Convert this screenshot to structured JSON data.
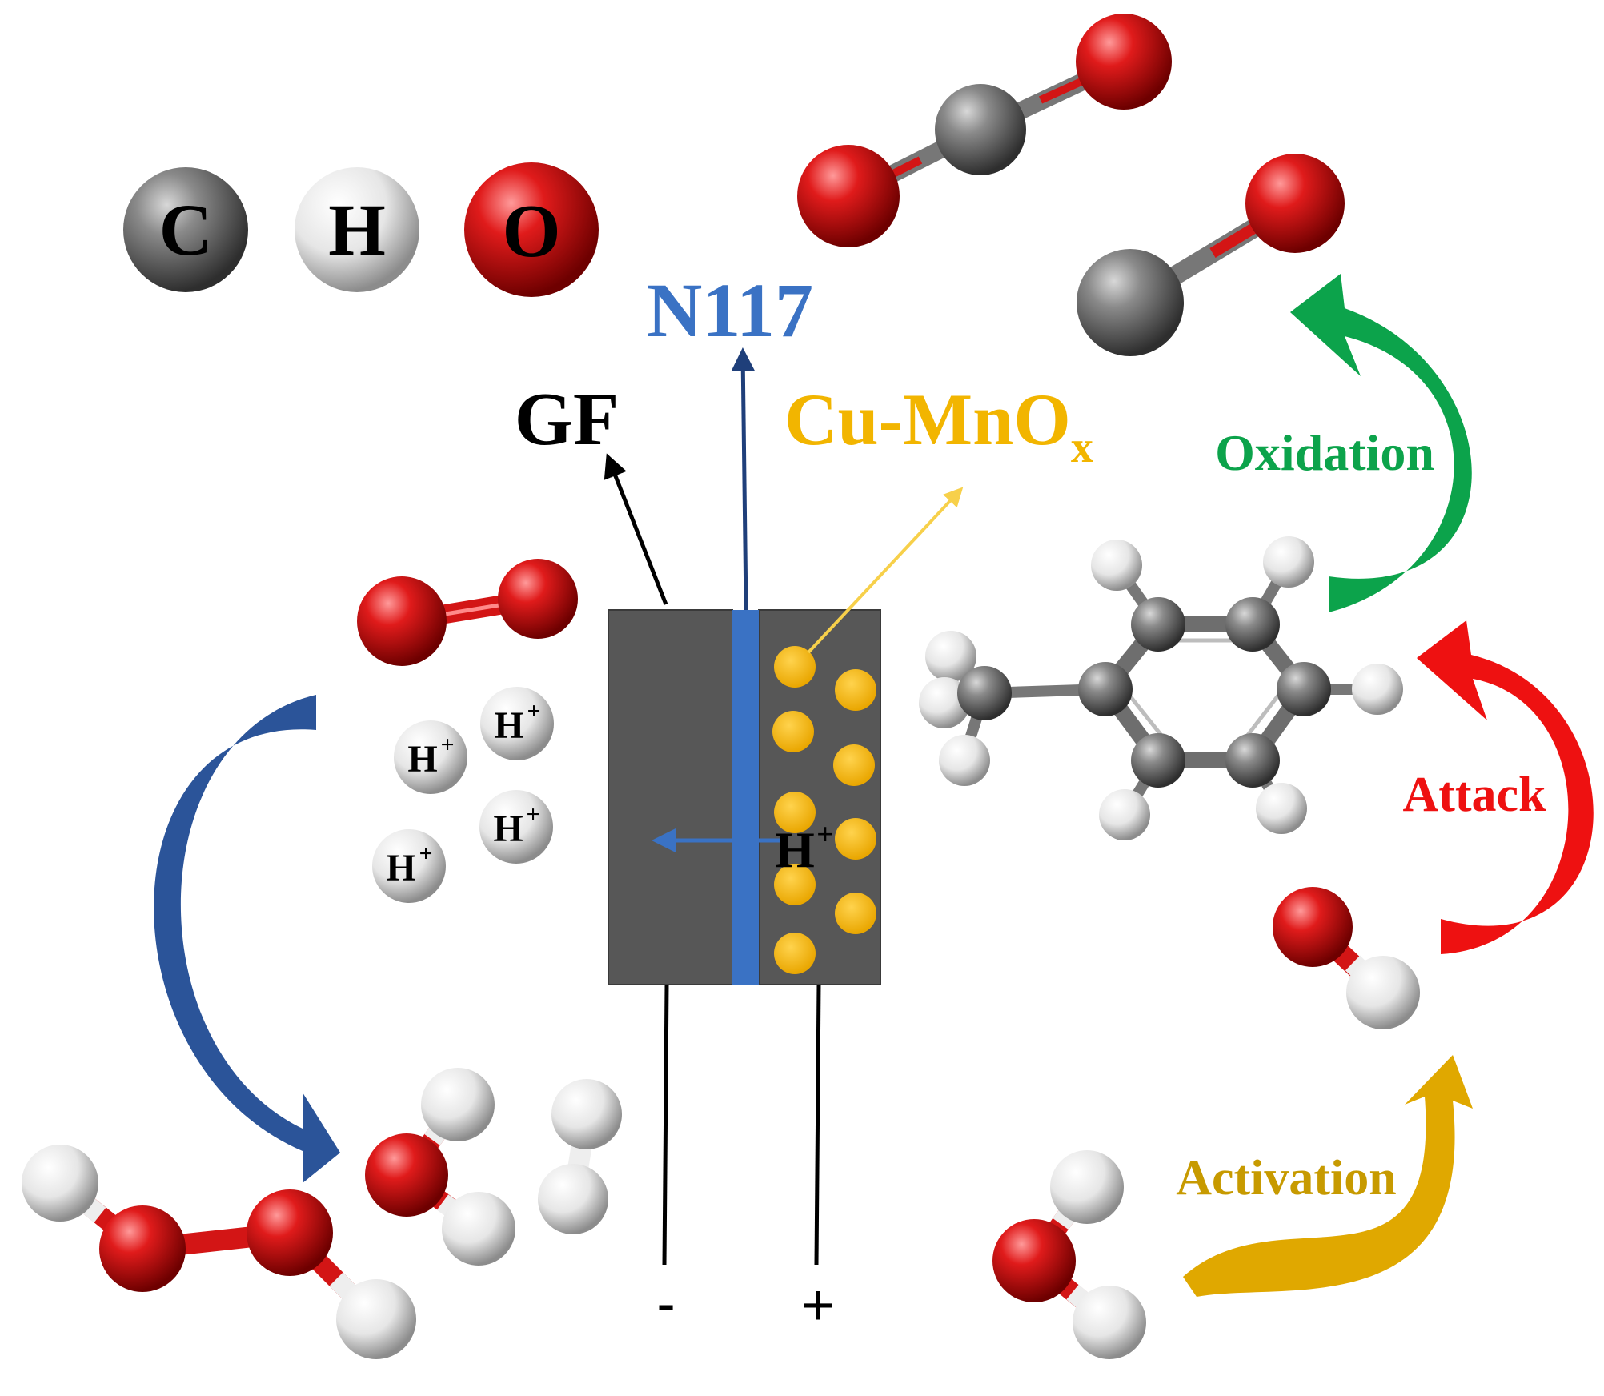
{
  "legend": {
    "carbon_symbol": "C",
    "hydrogen_symbol": "H",
    "oxygen_symbol": "O"
  },
  "labels": {
    "membrane": "N117",
    "anode_felt": "GF",
    "catalyst_main": "Cu-MnO",
    "catalyst_sub": "x",
    "proton_symbol": "H",
    "proton_charge": "+",
    "negative_terminal": "-",
    "positive_terminal": "+"
  },
  "steps": {
    "oxidation": "Oxidation",
    "attack": "Attack",
    "activation": "Activation"
  },
  "colors": {
    "electrode_gray": "#575757",
    "membrane_blue": "#3a72c4",
    "catalyst_orange": "#f5b400",
    "oxidation_green": "#0ca34b",
    "attack_red": "#ee1111",
    "activation_gold": "#e0a800",
    "arrow_blue": "#2b5499",
    "carbon_gray": "#6e6e6e",
    "hydrogen_white": "#eeeeee",
    "oxygen_red": "#d41414"
  },
  "icons": {
    "molecules": [
      "co2-molecule-icon",
      "co-molecule-icon",
      "o2-molecule-icon",
      "toluene-molecule-icon",
      "hydroxyl-radical-icon",
      "water-molecule-icon",
      "hydrogen-peroxide-molecule-icon",
      "h2-molecule-icon",
      "proton-icon"
    ]
  }
}
